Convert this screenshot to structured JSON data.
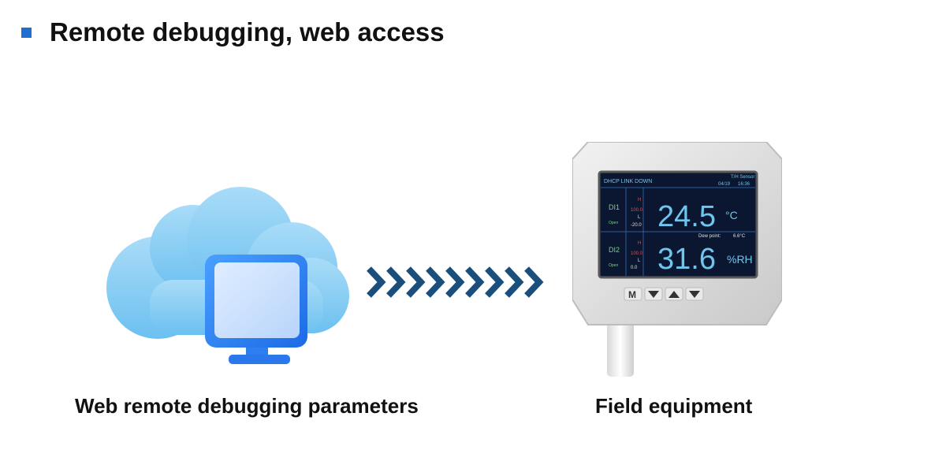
{
  "heading": {
    "text": "Remote debugging, web access"
  },
  "left": {
    "caption": "Web remote debugging parameters"
  },
  "right": {
    "caption": "Field equipment"
  },
  "arrows": {
    "count": 9,
    "glyph": ">",
    "color": "#1a4e7c"
  },
  "device_screen": {
    "status": "DHCP LINK DOWN",
    "sensor_title": "T/H Sensor",
    "date": "04/19",
    "time": "16:36",
    "di1": {
      "label": "DI1",
      "state": "Open",
      "h": "H",
      "h_value": "100.0",
      "l": "L",
      "l_value": "-20.0"
    },
    "di2": {
      "label": "DI2",
      "state": "Open",
      "h": "H",
      "h_value": "100.0",
      "l": "L",
      "l_value": "0.0"
    },
    "temperature": "24.5",
    "temperature_unit": "°C",
    "dew_point_label": "Dew point:",
    "dew_point_value": "6.6°C",
    "humidity": "31.6",
    "humidity_unit": "%RH"
  },
  "colors": {
    "bullet": "#1f6fd0",
    "arrows": "#1a4e7c",
    "screen_bg": "#0b1630",
    "screen_text": "#6ec6ee",
    "cloud": "#8fd0f5"
  }
}
